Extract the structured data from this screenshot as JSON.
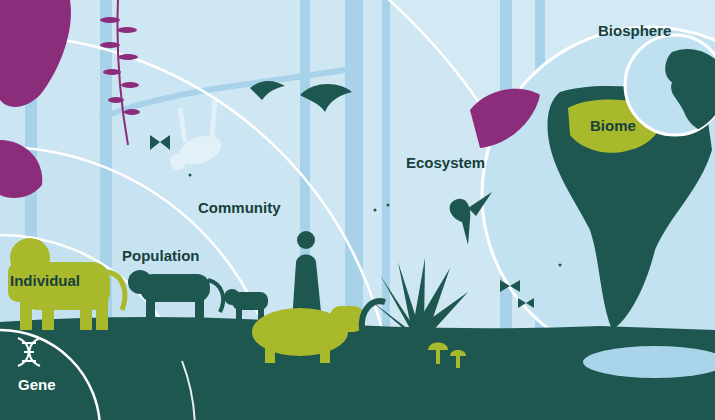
{
  "diagram": {
    "labels": [
      "Gene",
      "Individual",
      "Population",
      "Community",
      "Ecosystem",
      "Biome",
      "Biosphere"
    ]
  }
}
